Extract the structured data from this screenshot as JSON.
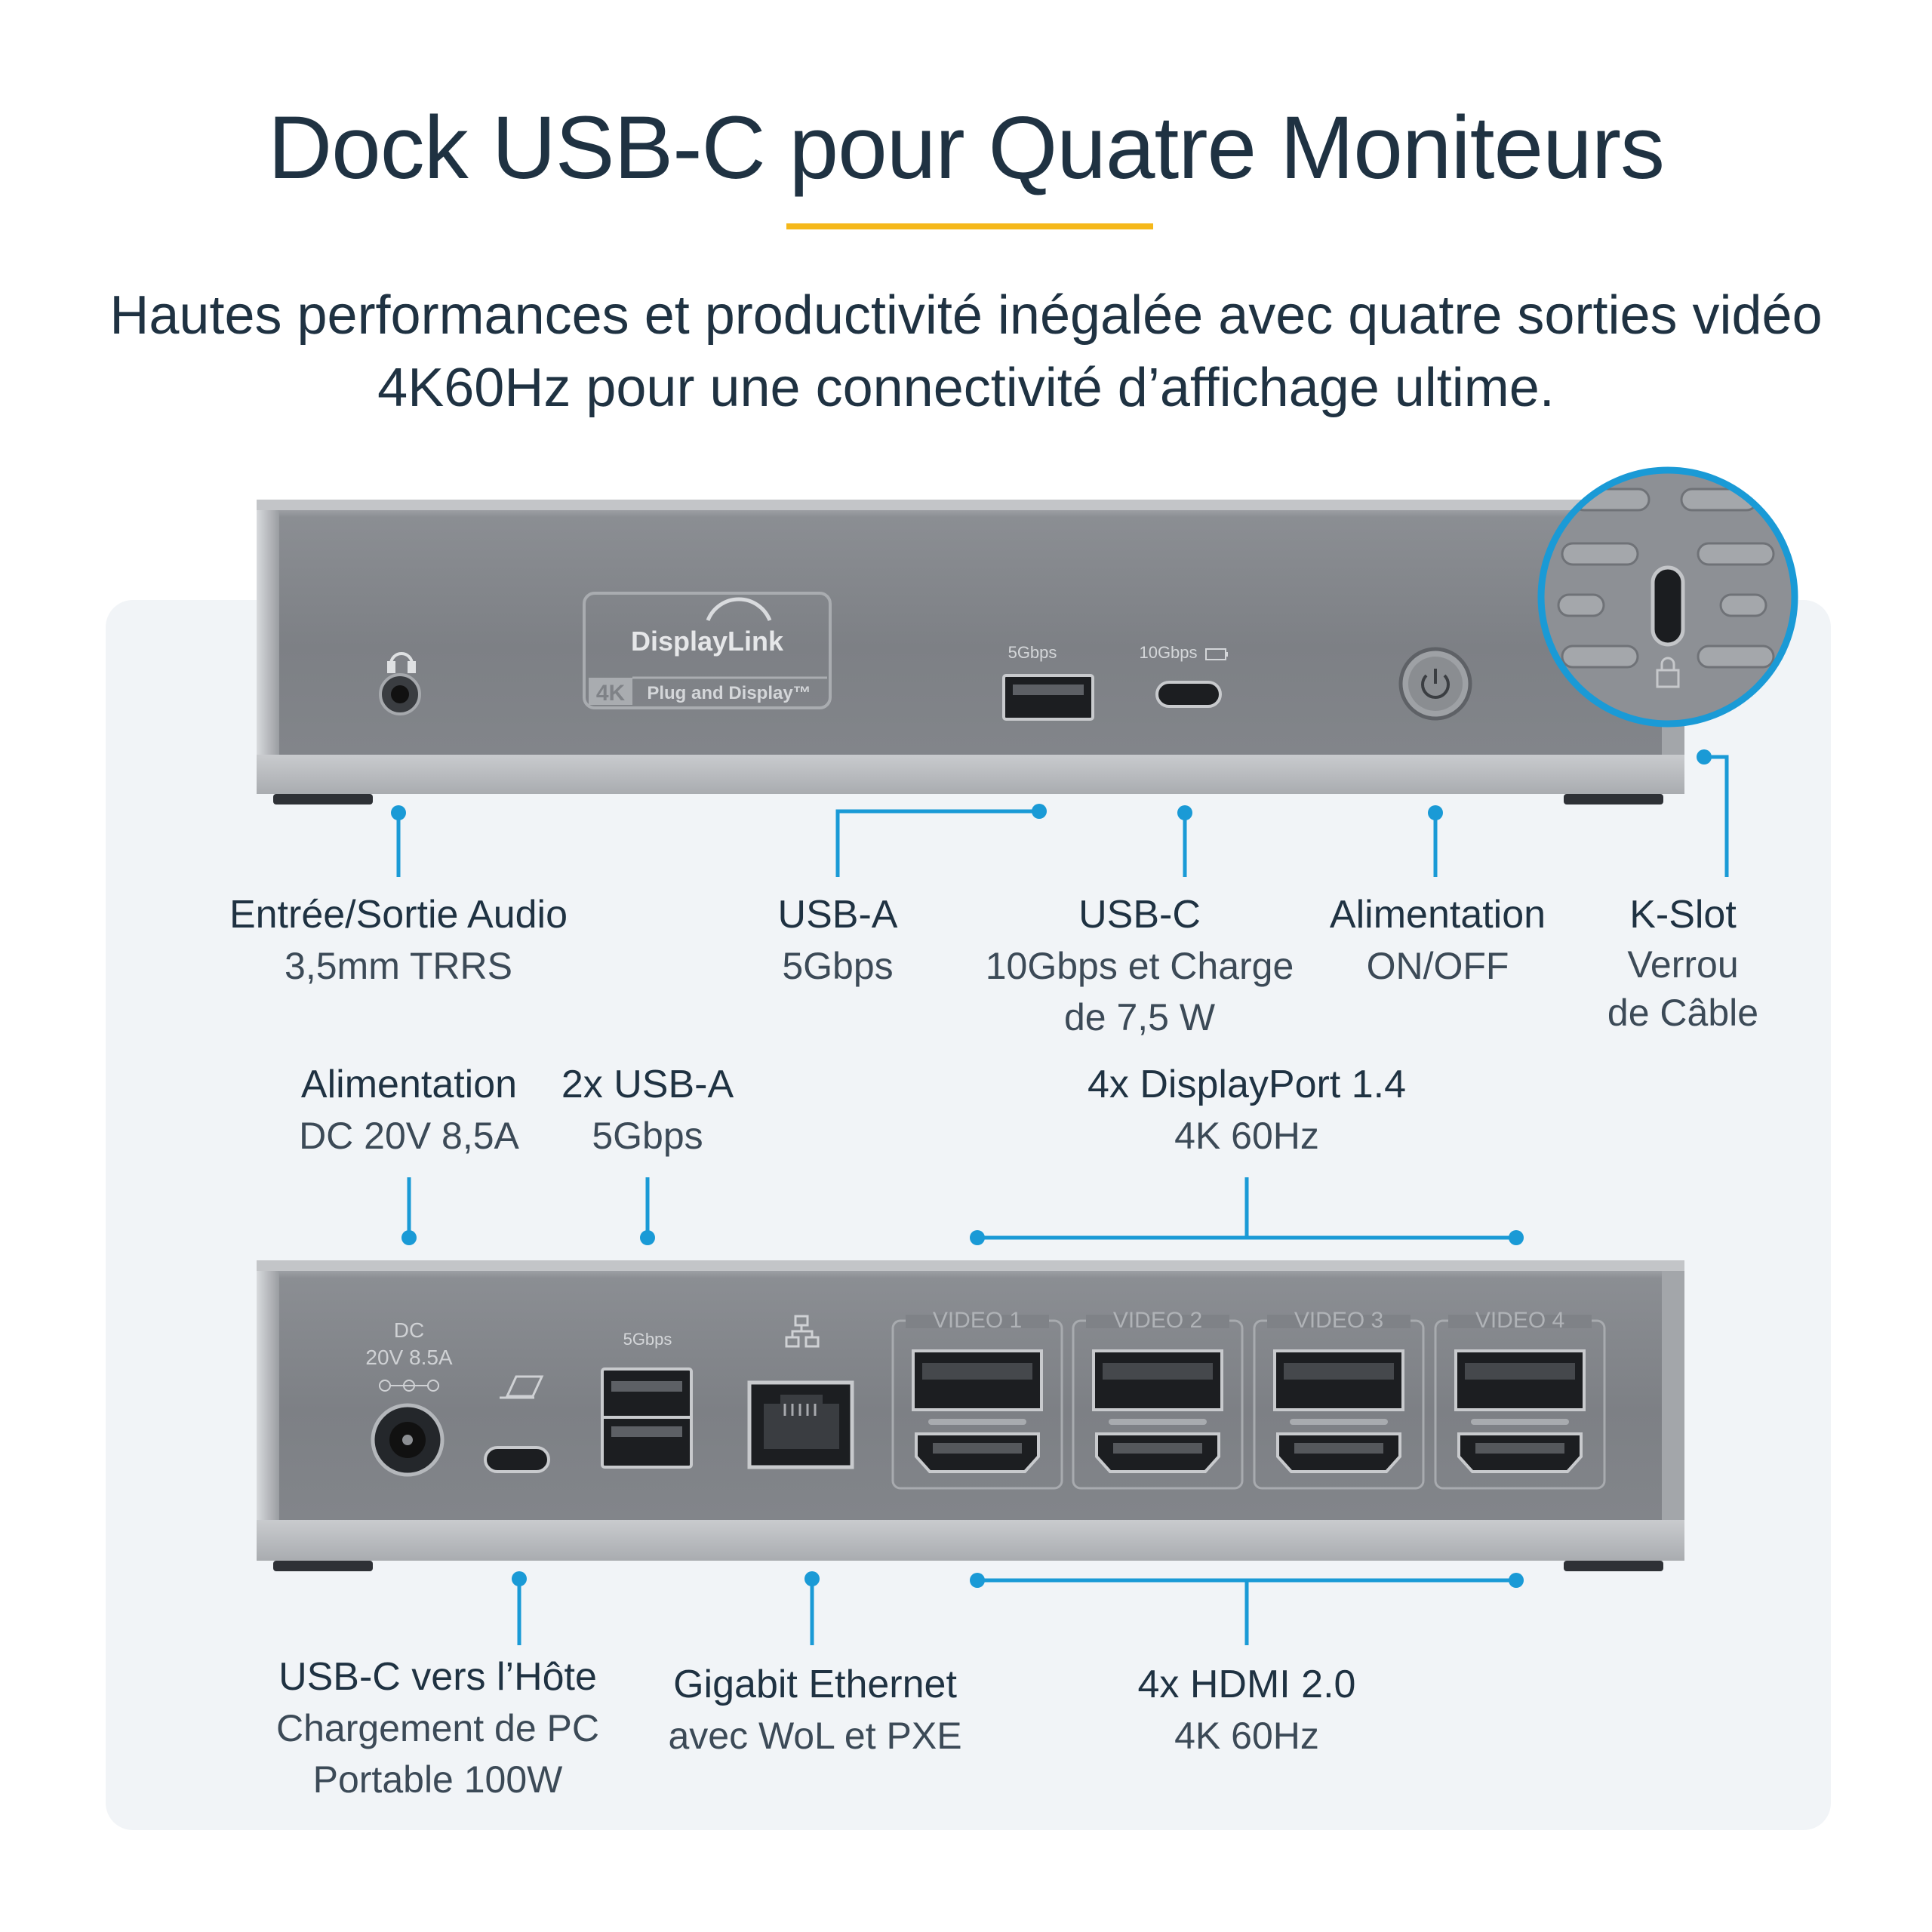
{
  "header": {
    "title": "Dock USB-C pour Quatre Moniteurs",
    "subtitle_line1": "Hautes performances et productivité inégalée avec quatre sorties vidéo",
    "subtitle_line2": "4K60Hz pour une connectivité d’affichage ultime."
  },
  "colors": {
    "accent": "#f5b81a",
    "callout": "#1a9ad6",
    "panel": "#f1f4f7",
    "text": "#1f3242"
  },
  "front_device": {
    "badge_brand": "DisplayLink",
    "badge_4k": "4K",
    "badge_plug": "Plug and Display™",
    "usb_a_speed": "5Gbps",
    "usb_c_speed": "10Gbps",
    "icons": [
      "headset-icon",
      "power-icon",
      "lock-icon"
    ]
  },
  "rear_device": {
    "dc_label": "DC",
    "dc_rating": "20V 8.5A",
    "usb_a_speed": "5Gbps",
    "video_labels": [
      "VIDEO 1",
      "VIDEO 2",
      "VIDEO 3",
      "VIDEO 4"
    ],
    "icons": [
      "laptop-icon",
      "network-icon"
    ]
  },
  "callouts_front": [
    {
      "title": "Entrée/Sortie Audio",
      "lines": [
        "3,5mm TRRS"
      ]
    },
    {
      "title": "USB-A",
      "lines": [
        "5Gbps"
      ]
    },
    {
      "title": "USB-C",
      "lines": [
        "10Gbps et Charge",
        "de 7,5 W"
      ]
    },
    {
      "title": "Alimentation",
      "lines": [
        "ON/OFF"
      ]
    },
    {
      "title": "K-Slot",
      "lines": [
        "Verrou",
        "de Câble"
      ]
    }
  ],
  "callouts_rear_top": [
    {
      "title": "Alimentation",
      "lines": [
        "DC 20V 8,5A"
      ]
    },
    {
      "title": "2x USB-A",
      "lines": [
        "5Gbps"
      ]
    },
    {
      "title": "4x DisplayPort 1.4",
      "lines": [
        "4K 60Hz"
      ]
    }
  ],
  "callouts_rear_bottom": [
    {
      "title": "USB-C vers l’Hôte",
      "lines": [
        "Chargement de PC",
        "Portable 100W"
      ]
    },
    {
      "title": "Gigabit Ethernet",
      "lines": [
        "avec WoL et PXE"
      ]
    },
    {
      "title": "4x HDMI 2.0",
      "lines": [
        "4K 60Hz"
      ]
    }
  ]
}
